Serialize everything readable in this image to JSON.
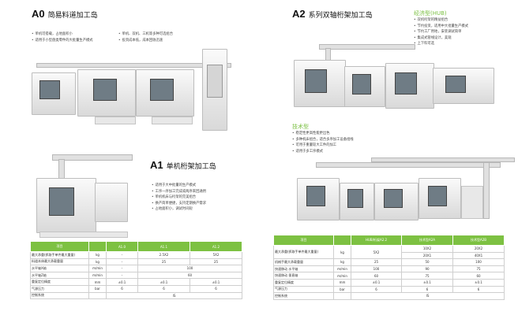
{
  "a0": {
    "code": "A0",
    "title": "简易料道加工岛",
    "bullets_left": [
      "单机可搭载，占地面积小",
      "适用于小型盘类零件的大批量生产模式"
    ],
    "bullets_right": [
      "单机、双机、三机等多种可选组合",
      "投资成本低，成本回收迅速"
    ]
  },
  "a1": {
    "code": "A1",
    "title": "单机桁架加工岛",
    "bullets": [
      "适用于大中批量的生产模式",
      "工序一序加工完成或两序来回通用",
      "单机机床与桁架的完美组合",
      "换产简单便捷，支持定期换产需求",
      "占地面积小，调试时间短"
    ]
  },
  "a2": {
    "code": "A2",
    "title": "系列双轴桁架加工岛",
    "econ_head": "经济型(HUB)",
    "econ_bullets": [
      "双机桁架的精益组合",
      "节约投资，适用中大批量生产模式",
      "节约工厂用地，安装调试简单",
      "集成式管线设计，美观",
      "上下料可选"
    ],
    "tech_head": "技术型",
    "tech_bullets": [
      "稳定性更高性能更出色",
      "多种机床组合，适合多序加工设备组线",
      "可用于重量较大工件的加工",
      "适用于多工序模式"
    ]
  },
  "table_left": {
    "headers": [
      "项目",
      "",
      "A1.0",
      "A1.1",
      "A1.2"
    ],
    "rows": [
      [
        "最大承重(抓取手单件最大重量)",
        "kg",
        "-",
        "2.5X2",
        "5X2"
      ],
      [
        "料道本体最大承载重量",
        "kg",
        "-",
        "25",
        "25"
      ],
      [
        "水平轴X轴",
        "m/min",
        "-",
        "100",
        ""
      ],
      [
        "水平轴Z轴",
        "m/min",
        "-",
        "60",
        ""
      ],
      [
        "重复定位精度",
        "mm",
        "±0.1",
        "±0.1",
        "±0.1"
      ],
      [
        "气源压力",
        "bar",
        "6",
        "6",
        "6"
      ],
      [
        "控制系统",
        "",
        "",
        "IS",
        ""
      ]
    ]
  },
  "table_right": {
    "headers": [
      "项目",
      "",
      "HUB/桁架A2.2",
      "技术型A2A",
      "技术型A2B"
    ],
    "rows": [
      [
        "最大承重(抓取手单件最大重量)",
        "kg",
        "5X2",
        "10X2",
        "20X2"
      ],
      [
        "",
        "",
        "",
        "20X1",
        "40X1"
      ],
      [
        "机械手最大承载重量",
        "kg",
        "25",
        "50",
        "100"
      ],
      [
        "快速移动 水平轴",
        "m/min",
        "100",
        "90",
        "75"
      ],
      [
        "快速移动 垂直轴",
        "m/min",
        "60",
        "75",
        "60"
      ],
      [
        "重复定位精度",
        "mm",
        "±0.1",
        "±0.1",
        "±0.1"
      ],
      [
        "气源压力",
        "bar",
        "6",
        "6",
        "6"
      ],
      [
        "控制系统",
        "",
        "",
        "IS",
        ""
      ]
    ]
  }
}
